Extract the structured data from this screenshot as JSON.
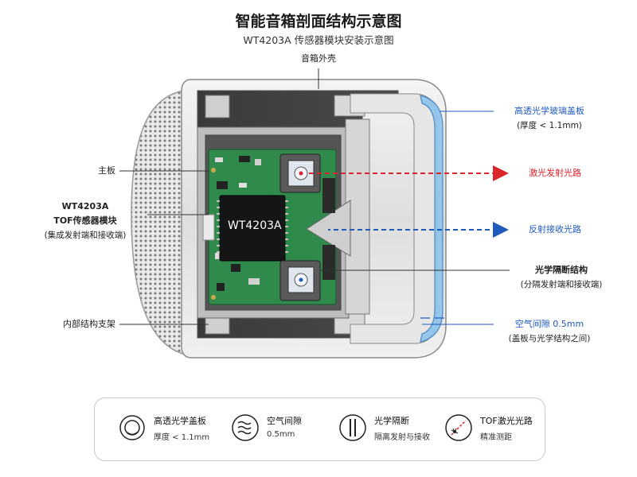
{
  "header": {
    "title": "智能音箱剖面结构示意图",
    "subtitle": "WT4203A 传感器模块安装示意图"
  },
  "labels": {
    "shell": "音箱外壳",
    "mainboard": "主板",
    "module_line1": "WT4203A",
    "module_line2": "TOF传感器模块",
    "module_line3": "(集成发射端和接收端)",
    "bracket": "内部结构支架",
    "chip": "WT4203A",
    "glass_title": "高透光学玻璃盖板",
    "glass_sub": "(厚度 < 1.1mm)",
    "laser_emit": "激光发射光路",
    "laser_receive": "反射接收光路",
    "isolation_title": "光学隔断结构",
    "isolation_sub": "(分隔发射端和接收端)",
    "gap_title": "空气间隙 0.5mm",
    "gap_sub": "(盖板与光学结构之间)"
  },
  "legend": [
    {
      "icon": "glass-cover-icon",
      "title": "高透光学盖板",
      "desc": "厚度 < 1.1mm"
    },
    {
      "icon": "air-gap-icon",
      "title": "空气间隙",
      "desc": "0.5mm"
    },
    {
      "icon": "optical-isolation-icon",
      "title": "光学隔断",
      "desc": "隔离发射与接收"
    },
    {
      "icon": "tof-laser-icon",
      "title": "TOF激光光路",
      "desc": "精准测距"
    }
  ],
  "colors": {
    "emit": "#d9262c",
    "receive": "#1f5bbd",
    "pcb": "#2f8a4c",
    "glass": "#8ec3ea"
  }
}
